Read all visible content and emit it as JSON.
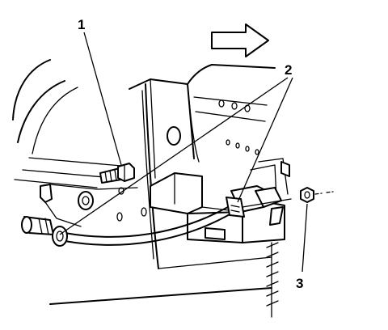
{
  "callouts": [
    {
      "id": "1",
      "label": "1"
    },
    {
      "id": "2",
      "label": "2"
    },
    {
      "id": "3",
      "label": "3"
    }
  ],
  "icons": {
    "direction": "right-arrow-icon"
  }
}
